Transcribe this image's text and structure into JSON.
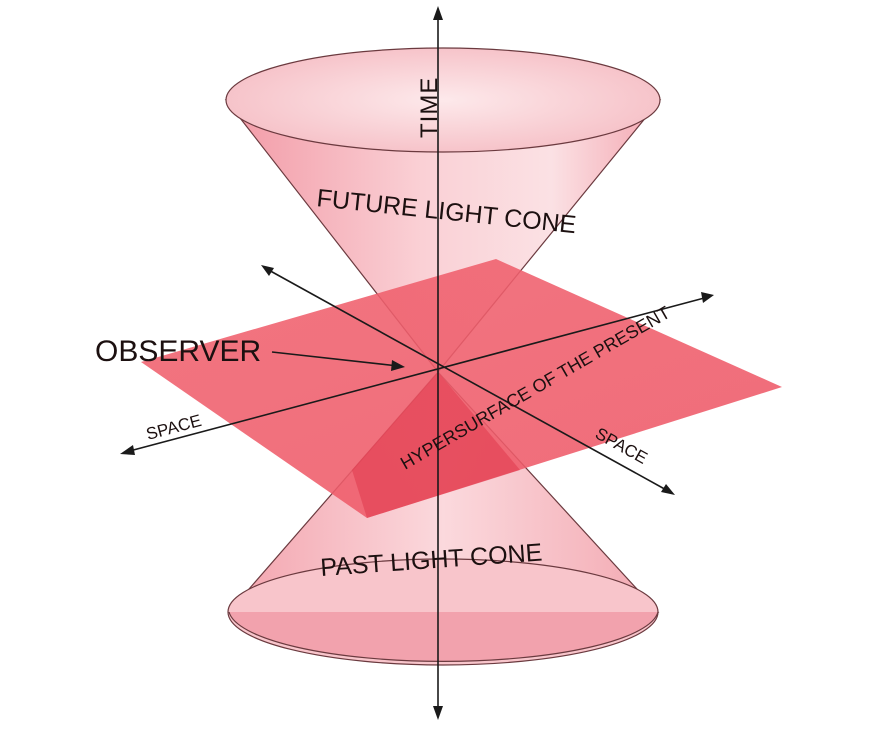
{
  "labels": {
    "time": "TIME",
    "future_cone": "FUTURE LIGHT CONE",
    "past_cone": "PAST LIGHT CONE",
    "observer": "OBSERVER",
    "space_left": "SPACE",
    "space_right": "SPACE",
    "hypersurface": "HYPERSURFACE OF THE PRESENT"
  },
  "colors": {
    "cone_fill": "#f6b7bf",
    "cone_rim": "#f8c8cd",
    "plane_fill": "#f0606e",
    "plane_fill_dark": "#e23a4d",
    "axis": "#1a1a1a",
    "text": "#1c1010"
  }
}
